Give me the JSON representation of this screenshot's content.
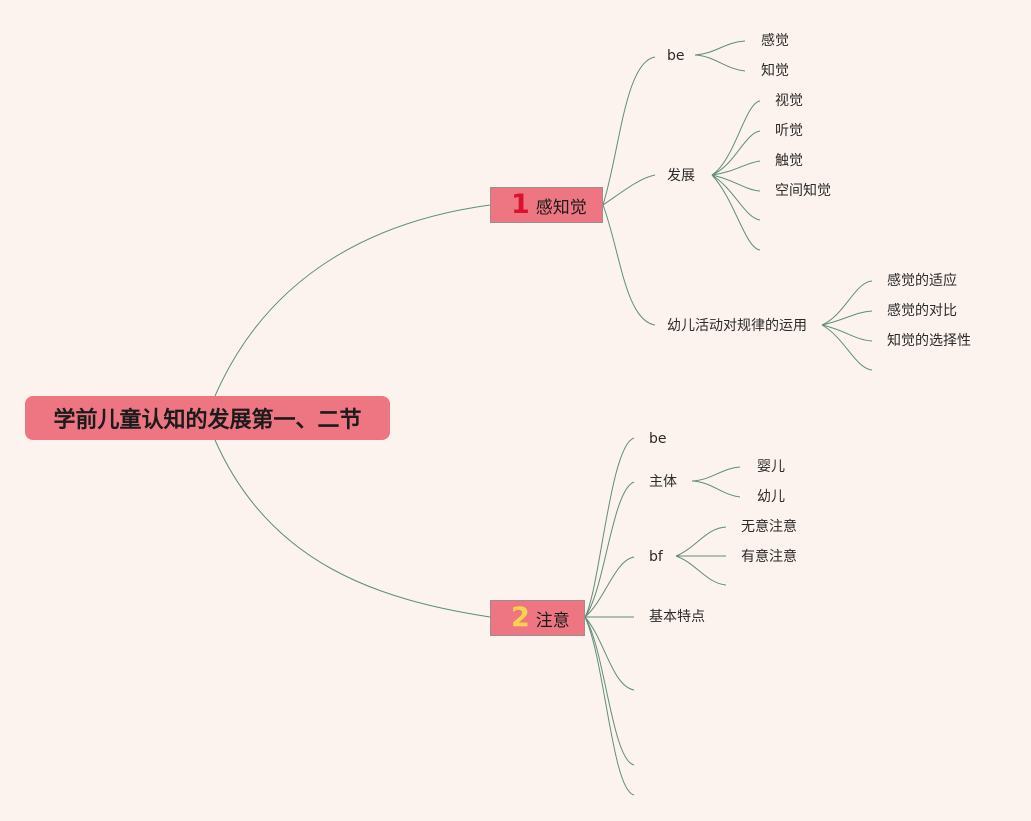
{
  "root": {
    "label": "学前儿童认知的发展第一、二节"
  },
  "branches": [
    {
      "number": "1",
      "label": "感知觉",
      "number_color": "#d9132c",
      "children": [
        {
          "label": "be",
          "children": [
            {
              "label": "感觉"
            },
            {
              "label": "知觉"
            }
          ]
        },
        {
          "label": "发展",
          "children": [
            {
              "label": "视觉"
            },
            {
              "label": "听觉"
            },
            {
              "label": "触觉"
            },
            {
              "label": "空间知觉"
            },
            {
              "label": ""
            },
            {
              "label": ""
            }
          ]
        },
        {
          "label": "幼儿活动对规律的运用",
          "children": [
            {
              "label": "感觉的适应"
            },
            {
              "label": "感觉的对比"
            },
            {
              "label": "知觉的选择性"
            },
            {
              "label": ""
            }
          ]
        }
      ]
    },
    {
      "number": "2",
      "label": "注意",
      "number_color": "#f6d44a",
      "children": [
        {
          "label": "be"
        },
        {
          "label": "主体",
          "children": [
            {
              "label": "婴儿"
            },
            {
              "label": "幼儿"
            }
          ]
        },
        {
          "label": "bf",
          "children": [
            {
              "label": "无意注意"
            },
            {
              "label": "有意注意"
            },
            {
              "label": ""
            }
          ]
        },
        {
          "label": "基本特点"
        },
        {
          "label": ""
        },
        {
          "label": ""
        },
        {
          "label": ""
        }
      ]
    }
  ],
  "colors": {
    "background": "#fdf3ee",
    "node_fill": "#ee7683",
    "line": "#5e8f73"
  }
}
